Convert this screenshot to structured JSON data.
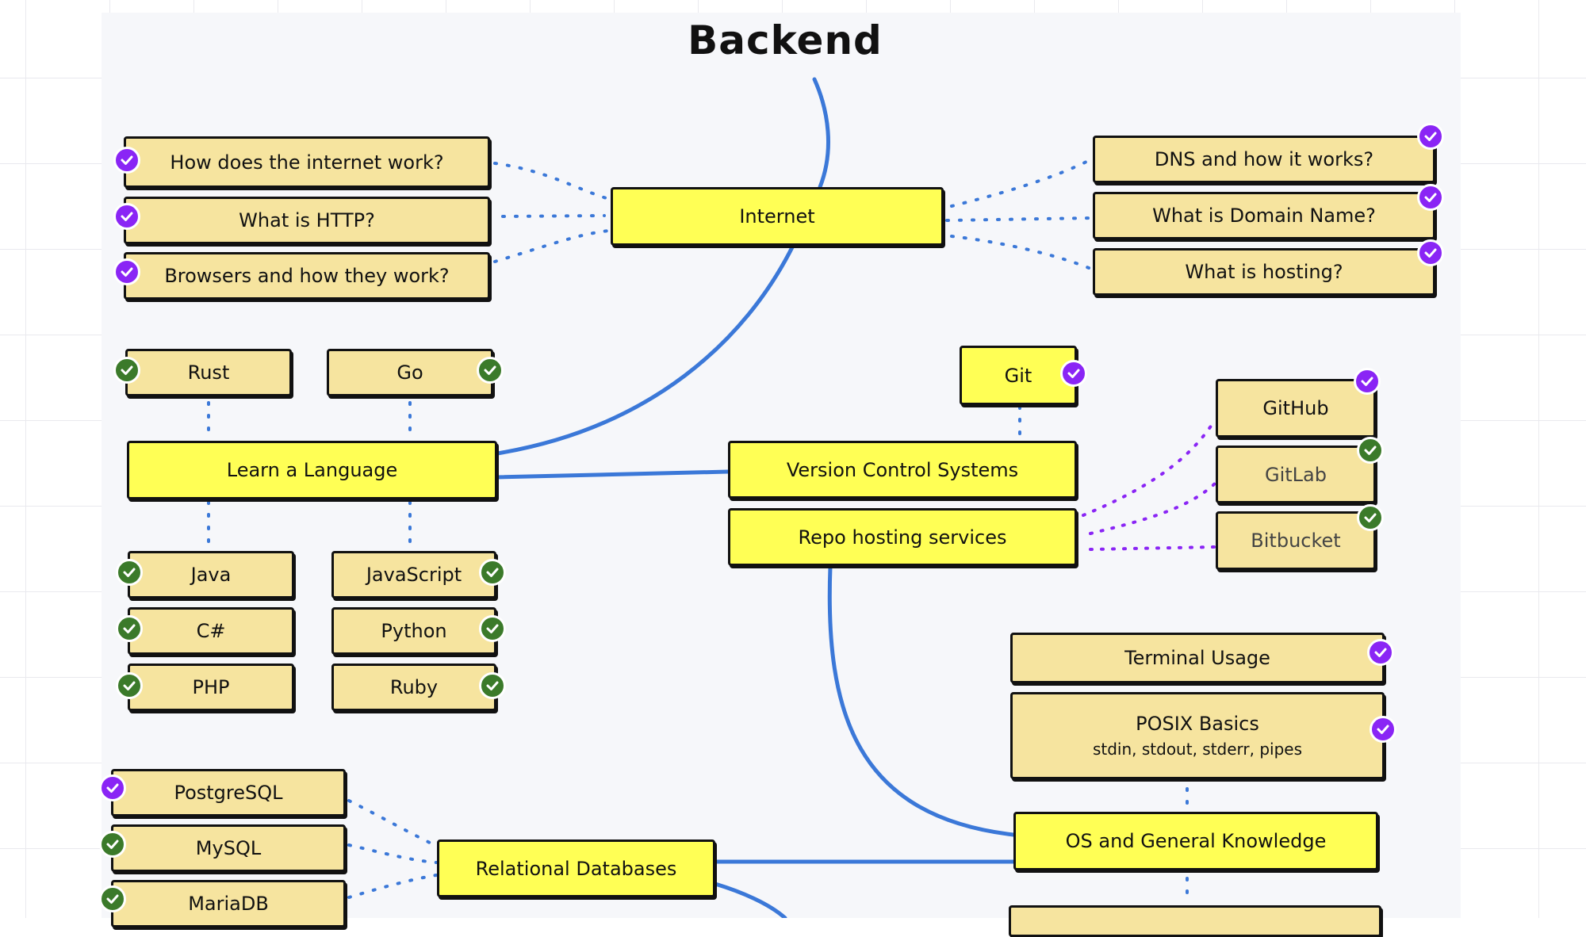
{
  "title": "Backend",
  "colors": {
    "topic_fill": "#f6e49f",
    "main_fill": "#ffff55",
    "connector_blue": "#3b78d8",
    "dotted_purple": "#8a25f5",
    "check_purple": "#8a25f5",
    "check_green": "#3b7a2a"
  },
  "main_nodes": {
    "internet": "Internet",
    "learn_language": "Learn a Language",
    "vcs": "Version Control Systems",
    "repo_hosting": "Repo hosting services",
    "os_general": "OS and General Knowledge",
    "relational_db": "Relational Databases"
  },
  "internet_topics": {
    "how_internet": "How does the internet work?",
    "http": "What is HTTP?",
    "browsers": "Browsers and how they work?",
    "dns": "DNS and how it works?",
    "domain": "What is Domain Name?",
    "hosting": "What is hosting?"
  },
  "languages": {
    "rust": "Rust",
    "go": "Go",
    "java": "Java",
    "csharp": "C#",
    "php": "PHP",
    "javascript": "JavaScript",
    "python": "Python",
    "ruby": "Ruby"
  },
  "vcs_topics": {
    "git": "Git",
    "github": "GitHub",
    "gitlab": "GitLab",
    "bitbucket": "Bitbucket"
  },
  "os_topics": {
    "terminal": "Terminal Usage",
    "posix": "POSIX Basics",
    "posix_sub": "stdin, stdout, stderr, pipes"
  },
  "databases": {
    "postgresql": "PostgreSQL",
    "mysql": "MySQL",
    "mariadb": "MariaDB"
  },
  "check_icon": "check-badge-icon"
}
